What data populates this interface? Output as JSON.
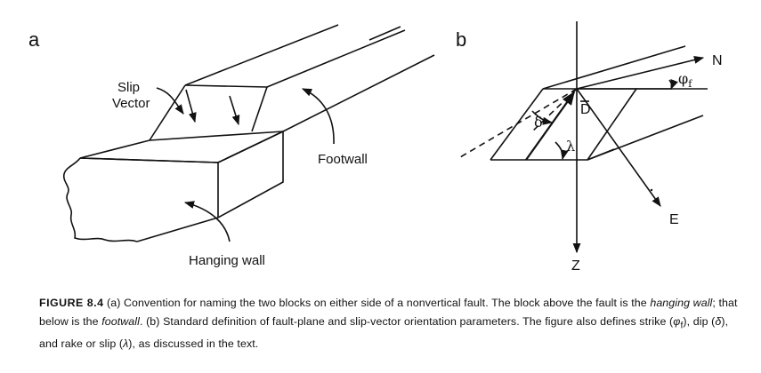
{
  "figure": {
    "panel_a": {
      "label": "a",
      "slip_label_line1": "Slip",
      "slip_label_line2": "Vector",
      "footwall_label": "Footwall",
      "hanging_wall_label": "Hanging wall"
    },
    "panel_b": {
      "label": "b",
      "axis_north": "N",
      "axis_east": "E",
      "axis_down": "Z",
      "strike_symbol": "φ",
      "strike_subscript": "f",
      "dip_symbol": "δ",
      "rake_symbol": "λ",
      "slip_symbol": "D"
    }
  },
  "caption": {
    "label": "FIGURE 8.4",
    "p1": " (a) Convention for naming the two blocks on either side of a nonvertical fault. The block above the fault is the ",
    "hanging_wall": "hanging wall",
    "p2": "; that below is the ",
    "footwall": "footwall",
    "p3": ". (b) Standard definition of fault-plane and slip-vector orientation parameters. The figure also defines strike (",
    "strike": "φ",
    "strike_sub": "f",
    "p4": "), dip (",
    "dip": "δ",
    "p5": "), and rake or slip (",
    "rake": "λ",
    "p6": "), as discussed in the text."
  }
}
